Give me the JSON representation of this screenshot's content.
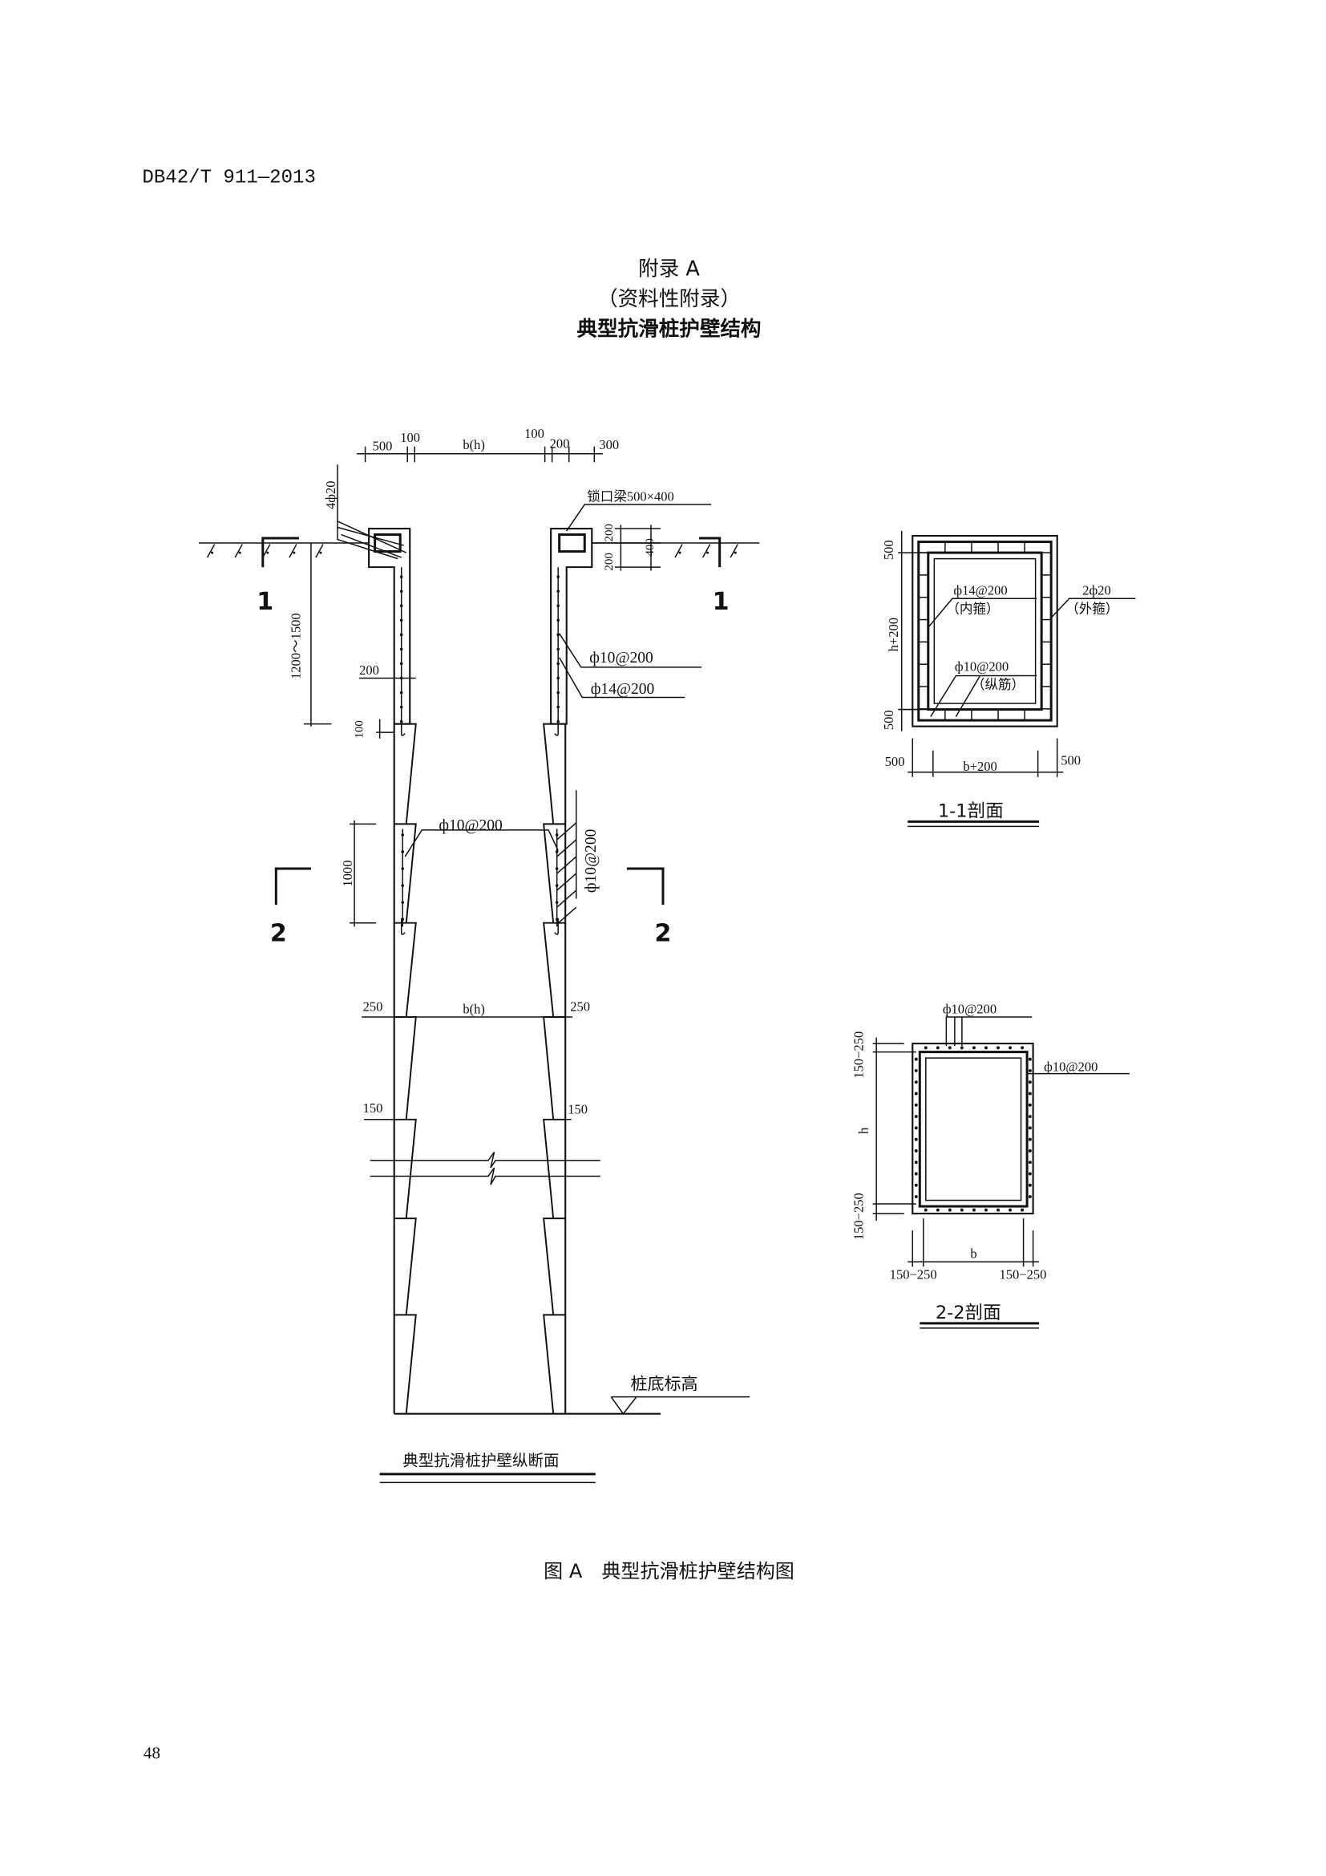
{
  "header": {
    "standard_code": "DB42/T 911—2013"
  },
  "appendix": {
    "title": "附录 A",
    "subtitle": "（资料性附录）",
    "heading": "典型抗滑桩护壁结构"
  },
  "longitudinal_section": {
    "top_dims": [
      "500",
      "100",
      "b(h)",
      "100",
      "200",
      "300"
    ],
    "rebar_4phi20": "4ф20",
    "lock_beam": "锁口梁500×400",
    "beam_dims": [
      "200",
      "200",
      "400"
    ],
    "depth_range": "1200～1500",
    "dim_200": "200",
    "dim_100": "100",
    "label_phi10": "ф10@200",
    "label_phi14": "ф14@200",
    "section1_mark": "1",
    "section2_mark": "2",
    "dim_1000": "1000",
    "mid_phi10": "ф10@200",
    "mid_phi10_right": "ф10@200",
    "dim_250": "250",
    "dim_bh": "b(h)",
    "dim_150": "150",
    "pile_bottom": "桩底标高",
    "caption": "典型抗滑桩护壁纵断面"
  },
  "section_1_1": {
    "dim_500": "500",
    "dim_h200": "h+200",
    "dim_b200": "b+200",
    "inner_hoop": "ф14@200",
    "inner_hoop_note": "（内箍）",
    "outer_hoop": "2ф20",
    "outer_hoop_note": "（外箍）",
    "longitudinal": "ф10@200",
    "longitudinal_note": "（纵筋）",
    "title": "1-1剖面"
  },
  "section_2_2": {
    "dim_range": "150−250",
    "dim_h": "h",
    "dim_b": "b",
    "top_rebar": "ф10@200",
    "side_rebar": "ф10@200",
    "title": "2-2剖面"
  },
  "figure_caption": "图 A　典型抗滑桩护壁结构图",
  "page_number": "48"
}
